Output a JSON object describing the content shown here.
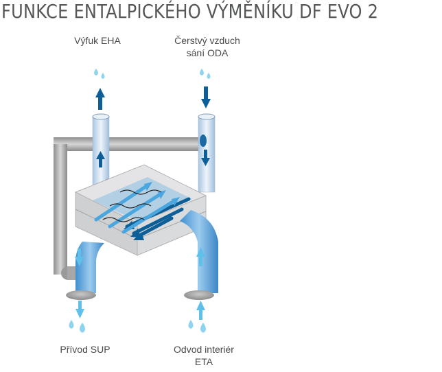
{
  "title": "FUNKCE ENTALPICKÉHO VÝMĚNÍKU DF EVO 2",
  "labels": {
    "eha": "Výfuk EHA",
    "oda_line1": "Čerstvý vzduch",
    "oda_line2": "sání ODA",
    "sup": "Přívod SUP",
    "eta_line1": "Odvod interiér",
    "eta_line2": "ETA"
  },
  "colors": {
    "dark_blue_arrow": "#0e5f97",
    "light_blue_arrow": "#5fc1ea",
    "droplet": "#8fd4ef",
    "title_text": "#555658"
  }
}
